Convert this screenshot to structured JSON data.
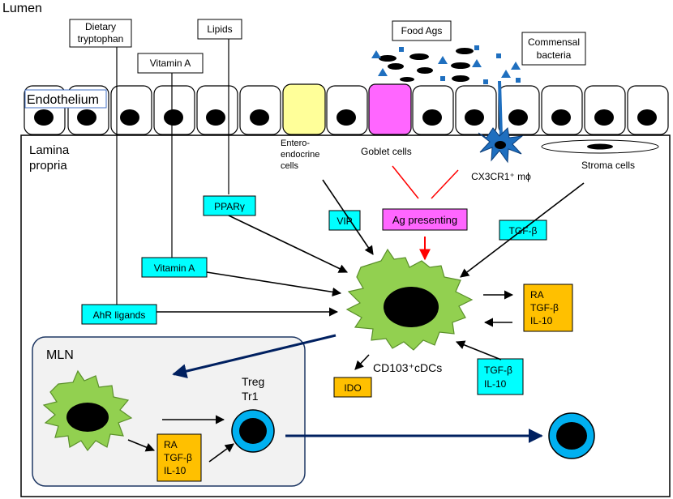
{
  "labels": {
    "lumen": "Lumen",
    "endothelium": "Endothelium",
    "lamina_line1": "Lamina",
    "lamina_line2": "propria",
    "dietary_line1": "Dietary",
    "dietary_line2": "tryptophan",
    "vitamin_a_top": "Vitamin A",
    "lipids": "Lipids",
    "food_ags": "Food Ags",
    "commensal_line1": "Commensal",
    "commensal_line2": "bacteria",
    "entero_line1": "Entero-",
    "entero_line2": "endocrine",
    "entero_line3": "cells",
    "goblet": "Goblet cells",
    "macrophage": "CX3CR1⁺ mϕ",
    "stroma": "Stroma cells",
    "cd103": "CD103⁺cDCs",
    "mln": "MLN",
    "treg": "Treg",
    "tr1": "Tr1"
  },
  "tags": {
    "pparg": "PPARγ",
    "vip": "VIP",
    "ag_presenting": "Ag presenting",
    "tgfb_top": "TGF-β",
    "vitamin_a": "Vitamin A",
    "ahr": "AhR ligands",
    "ido": "IDO",
    "tgfb_il10_line1": "TGF-β",
    "tgfb_il10_line2": "IL-10"
  },
  "factors": {
    "line1": "RA",
    "line2": "TGF-β",
    "line3": "IL-10"
  },
  "colors": {
    "cyan_tag": "#00FFFF",
    "orange_box": "#FFC000",
    "magenta_tag": "#FF66FF",
    "dc_green": "#92D050",
    "treg_blue": "#00B0F0",
    "goblet_pink": "#FF66FF",
    "entero_yellow": "#FFFF99",
    "bacteria_blue": "#1F6FBF",
    "navy_arrow": "#002060",
    "red_arrow": "#FF0000",
    "mln_bg": "#F2F2F2"
  }
}
